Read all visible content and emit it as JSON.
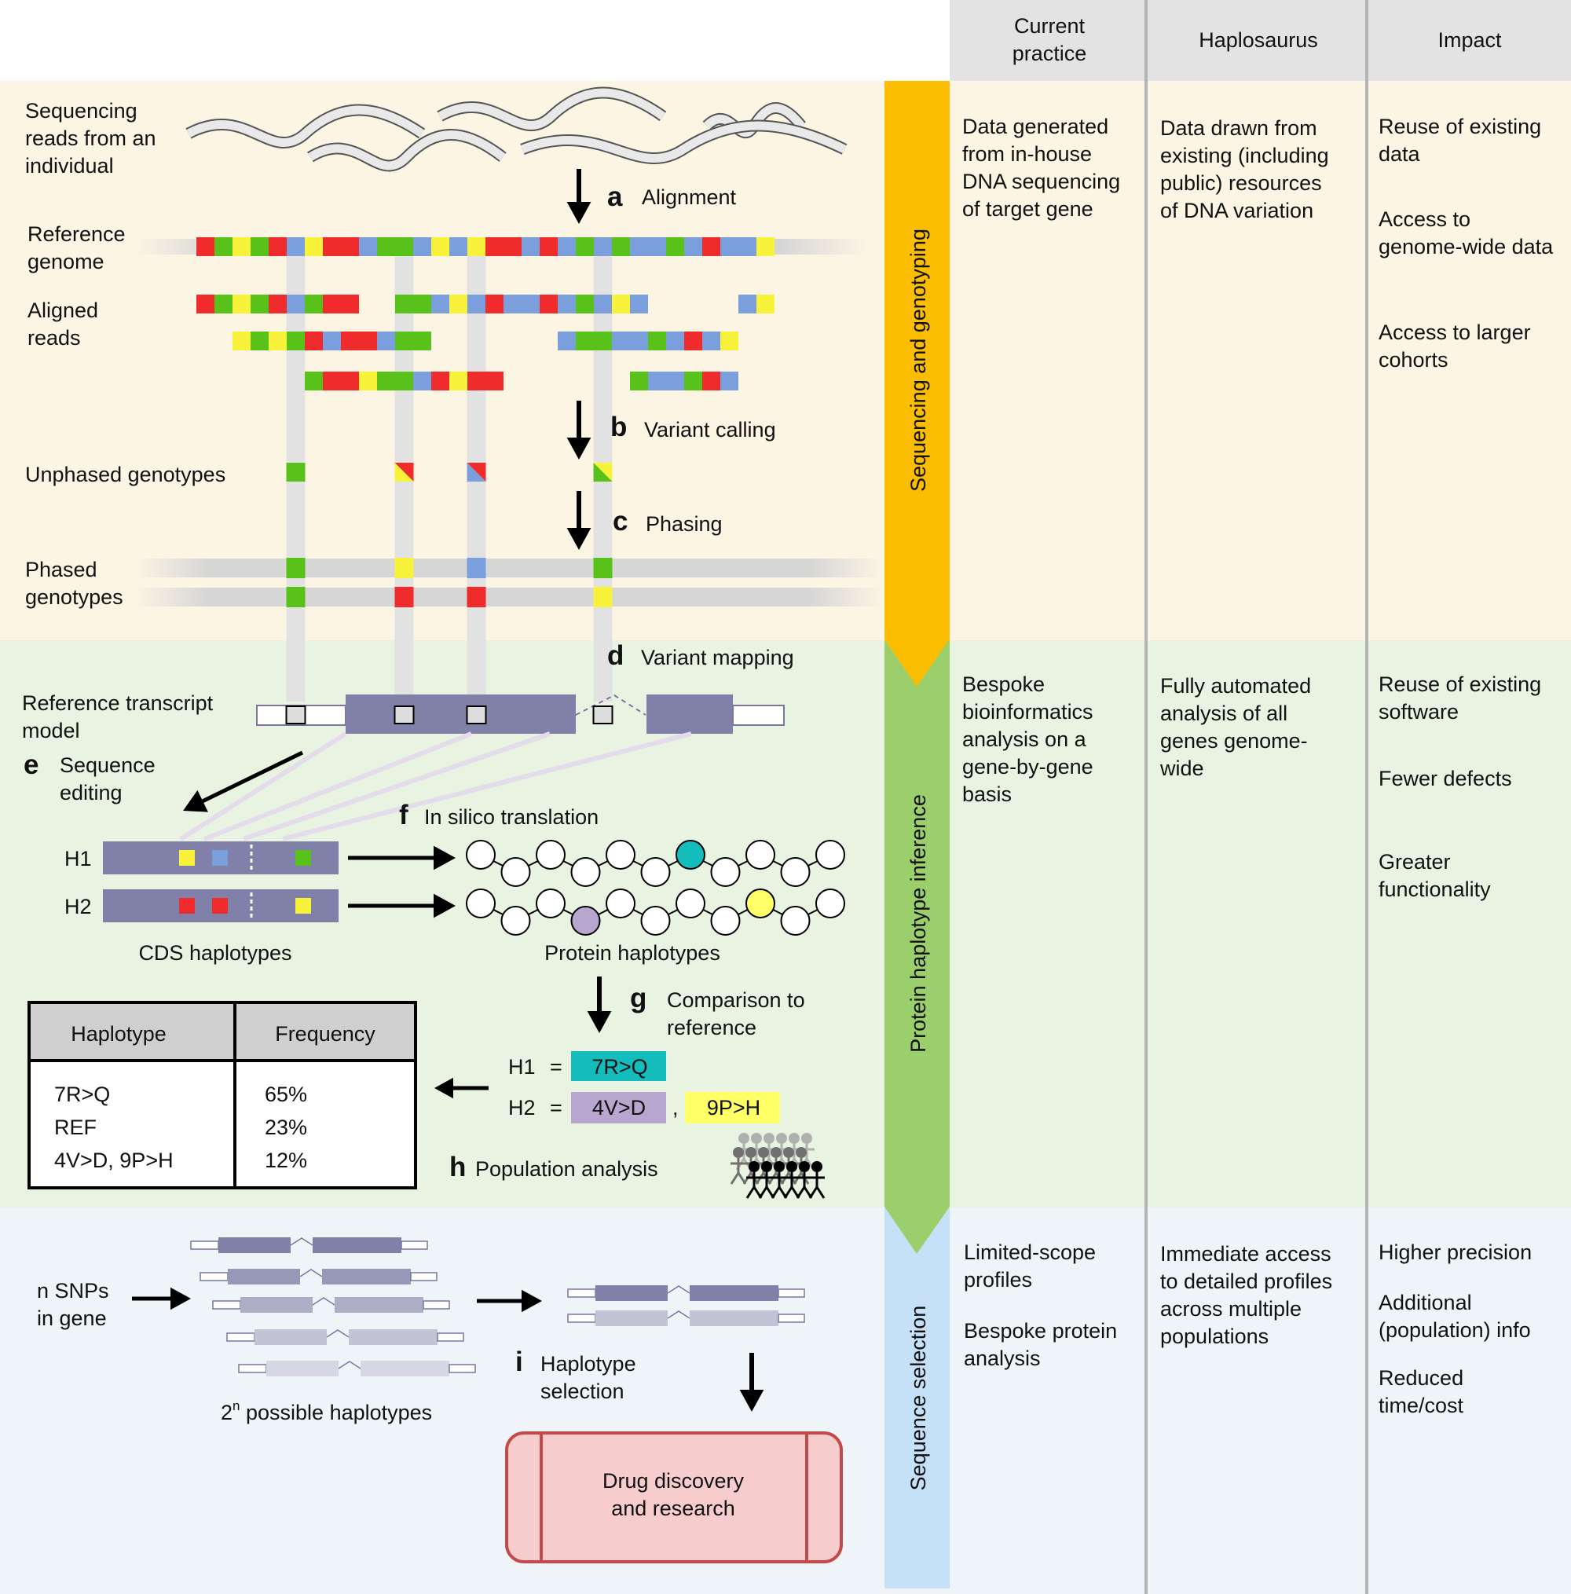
{
  "colors": {
    "A": "#ef2b2b",
    "B": "#58c21a",
    "C": "#f9f23a",
    "D": "#7a9fdc",
    "gap": "#e2e2e2",
    "exon": "#8080a8",
    "sectionSequencing": "#fdf5e4",
    "sectionProtein": "#e8f3e1",
    "sectionSelection": "#eef4f8",
    "bandOrange": "#fbbd00",
    "bandGreen": "#9bcf6b",
    "bandBlue": "#c6e0f8",
    "teal": "#15bcbc",
    "lilac": "#b9a6cf",
    "yellowHi": "#ffff66",
    "drug": "#f7cccc"
  },
  "header": {
    "columns": [
      {
        "line1": "Current",
        "line2": "practice"
      },
      {
        "line1": "Haplosaurus",
        "line2": ""
      },
      {
        "line1": "Impact",
        "line2": ""
      }
    ]
  },
  "bands": {
    "sequencing": "Sequencing and genotyping",
    "protein": "Protein haplotype inference",
    "selection": "Sequence selection"
  },
  "table_rows": [
    {
      "current": [
        "Data generated",
        "from in-house",
        "DNA sequencing",
        "of target gene"
      ],
      "haplosaurus": [
        "Data drawn from",
        "existing (including",
        "public) resources",
        "of DNA variation"
      ],
      "impact": [
        [
          "Reuse of existing",
          "data"
        ],
        [
          "Access to",
          "genome-wide data"
        ],
        [
          "Access to larger",
          "cohorts"
        ]
      ]
    },
    {
      "current": [
        "Bespoke",
        "bioinformatics",
        "analysis on a",
        "gene-by-gene",
        "basis"
      ],
      "haplosaurus": [
        "Fully automated",
        "analysis of all",
        "genes genome-",
        "wide"
      ],
      "impact": [
        [
          "Reuse of existing",
          "software"
        ],
        [
          "Fewer defects"
        ],
        [
          "Greater",
          "functionality"
        ]
      ]
    },
    {
      "current": [
        [
          "Limited-scope",
          "profiles"
        ],
        [
          "Bespoke protein",
          "analysis"
        ]
      ],
      "haplosaurus": [
        "Immediate access",
        "to detailed profiles",
        "across multiple",
        "populations"
      ],
      "impact": [
        [
          "Higher precision"
        ],
        [
          "Additional",
          "(population) info"
        ],
        [
          "Reduced",
          "time/cost"
        ]
      ]
    }
  ],
  "diagram": {
    "reads_label": [
      "Sequencing",
      "reads from an",
      "individual"
    ],
    "reference_label": [
      "Reference",
      "genome"
    ],
    "aligned_label": [
      "Aligned",
      "reads"
    ],
    "unphased_label": "Unphased genotypes",
    "phased_label": [
      "Phased",
      "genotypes"
    ],
    "transcript_label": [
      "Reference transcript",
      "model"
    ],
    "steps": {
      "a": {
        "letter": "a",
        "text": "Alignment"
      },
      "b": {
        "letter": "b",
        "text": "Variant calling"
      },
      "c": {
        "letter": "c",
        "text": "Phasing"
      },
      "d": {
        "letter": "d",
        "text": "Variant mapping"
      },
      "e": {
        "letter": "e",
        "text": [
          "Sequence",
          "editing"
        ]
      },
      "f": {
        "letter": "f",
        "text": "In silico translation"
      },
      "g": {
        "letter": "g",
        "text": [
          "Comparison to",
          "reference"
        ]
      },
      "h": {
        "letter": "h",
        "text": "Population analysis"
      },
      "i": {
        "letter": "i",
        "text": [
          "Haplotype",
          "selection"
        ]
      }
    },
    "reference_sequence": [
      "A",
      "B",
      "C",
      "B",
      "A",
      "D",
      "C",
      "A",
      "A",
      "D",
      "B",
      "B",
      "D",
      "C",
      "D",
      "C",
      "A",
      "A",
      "D",
      "A",
      "D",
      "B",
      "D",
      "B",
      "D",
      "D",
      "B",
      "D",
      "A",
      "D",
      "D",
      "C"
    ],
    "aligned_reads": [
      {
        "start": 0,
        "seq": [
          "A",
          "B",
          "C",
          "B",
          "A",
          "D",
          "B",
          "A",
          "A"
        ]
      },
      {
        "start": 11,
        "seq": [
          "B",
          "B",
          "D",
          "C",
          "D",
          "A",
          "D",
          "D",
          "A",
          "D",
          "B",
          "D",
          "C",
          "D"
        ]
      },
      {
        "start": 30,
        "seq": [
          "D",
          "C"
        ]
      },
      {
        "start": 2,
        "seq": [
          "C",
          "B",
          "C",
          "B",
          "A",
          "D",
          "A",
          "A",
          "D",
          "B",
          "B"
        ]
      },
      {
        "start": 20,
        "seq": [
          "D",
          "B",
          "B",
          "D",
          "D",
          "B",
          "D",
          "A",
          "D",
          "C"
        ]
      },
      {
        "start": 6,
        "seq": [
          "B",
          "A",
          "A",
          "C",
          "B",
          "B",
          "D",
          "A",
          "C",
          "A",
          "A"
        ]
      },
      {
        "start": 24,
        "seq": [
          "B",
          "D",
          "D",
          "B",
          "A",
          "D"
        ]
      }
    ],
    "unphased": [
      {
        "a": "B",
        "b": "B"
      },
      {
        "a": "A",
        "b": "C"
      },
      {
        "a": "A",
        "b": "D"
      },
      {
        "a": "C",
        "b": "B"
      }
    ],
    "phased_top": [
      "B",
      "C",
      "D",
      "B"
    ],
    "phased_bottom": [
      "B",
      "A",
      "A",
      "C"
    ],
    "cds": {
      "label": "CDS haplotypes",
      "haplotypes": [
        {
          "name": "H1",
          "marks": [
            "C",
            "D",
            "B"
          ]
        },
        {
          "name": "H2",
          "marks": [
            "A",
            "A",
            "C"
          ]
        }
      ]
    },
    "protein": {
      "label": "Protein haplotypes",
      "h1_highlight": 6,
      "h2_highlights": [
        {
          "index": 3,
          "color": "lilac"
        },
        {
          "index": 8,
          "color": "yellowHi"
        }
      ]
    },
    "comparison": {
      "h1": {
        "name": "H1",
        "eq": "=",
        "changes": [
          "7R>Q"
        ]
      },
      "h2": {
        "name": "H2",
        "eq": "=",
        "changes": [
          "4V>D",
          "9P>H"
        ],
        "sep": ","
      }
    },
    "freq_table": {
      "headers": [
        "Haplotype",
        "Frequency"
      ],
      "rows": [
        {
          "haplotype": "7R>Q",
          "frequency": "65%"
        },
        {
          "haplotype": "REF",
          "frequency": "23%"
        },
        {
          "haplotype": "4V>D, 9P>H",
          "frequency": "12%"
        }
      ]
    },
    "snps_label": [
      "n SNPs",
      "in gene"
    ],
    "possible_label": {
      "base": "2",
      "sup": "n",
      "rest": "possible haplotypes"
    },
    "drug_label": [
      "Drug discovery",
      "and research"
    ]
  }
}
